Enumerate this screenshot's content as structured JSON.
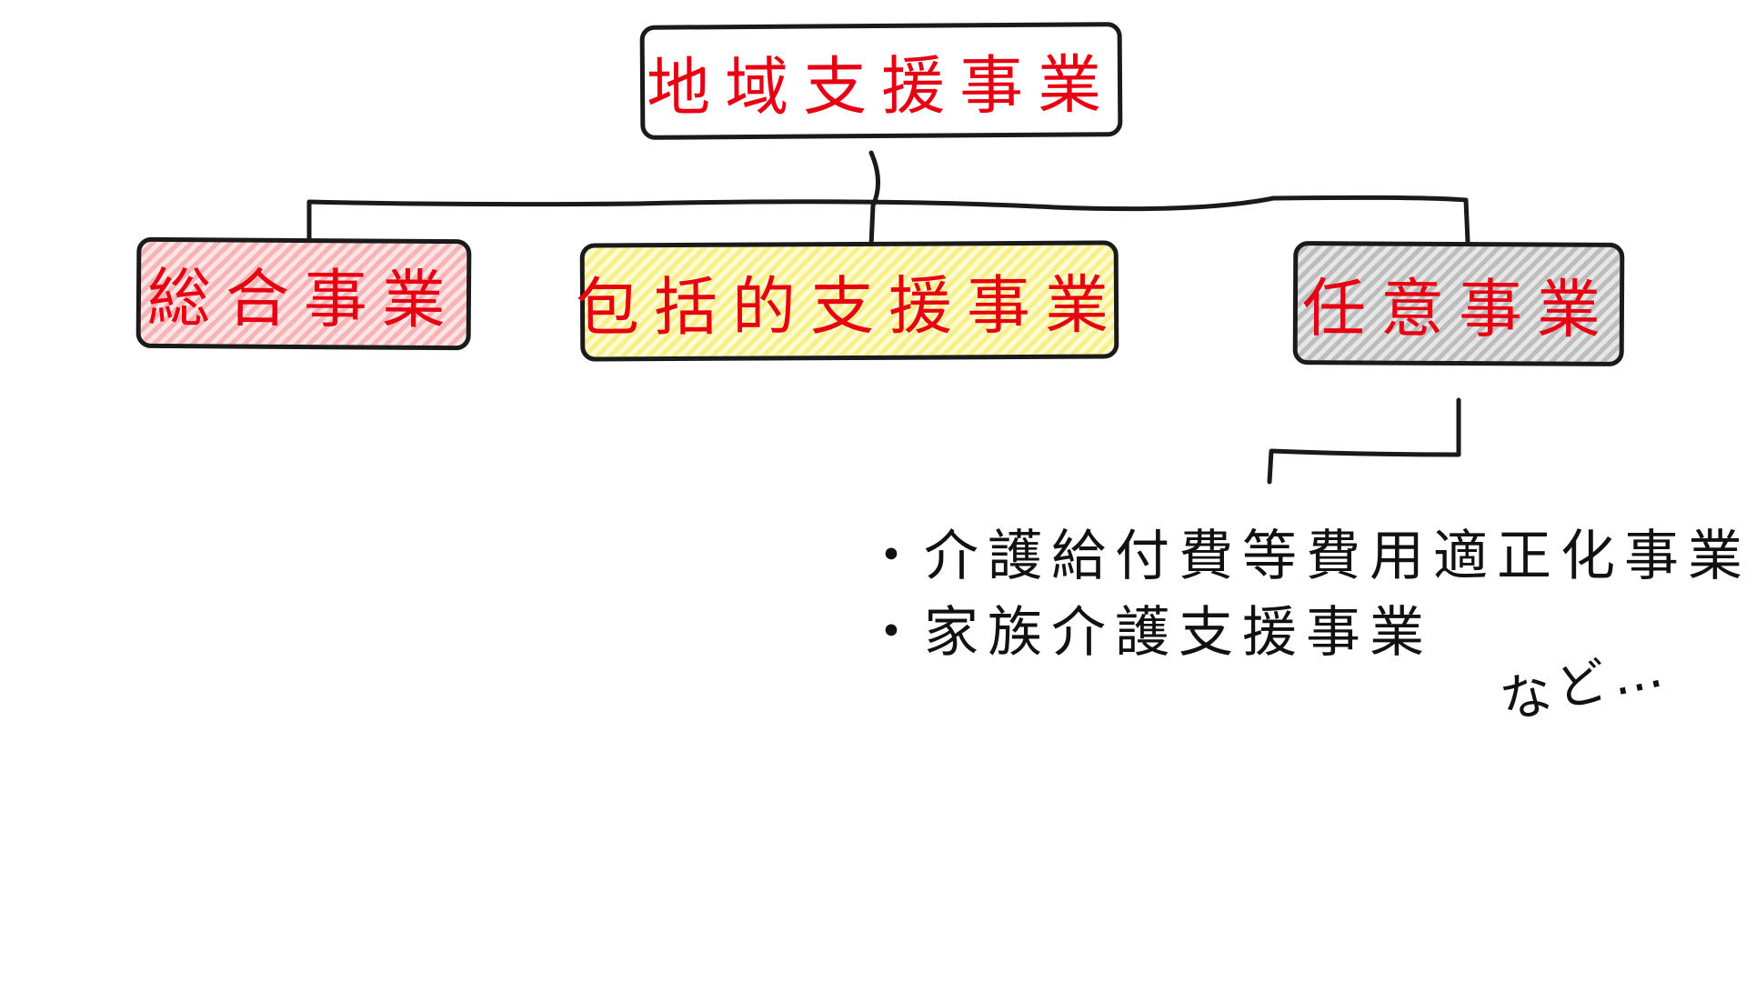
{
  "diagram": {
    "root": {
      "label": "地域支援事業"
    },
    "children": [
      {
        "id": "sougou",
        "label": "総合事業",
        "fill_color": "#f7b3b5"
      },
      {
        "id": "houkatsu",
        "label": "包括的支援事業",
        "fill_color": "#f7f08a"
      },
      {
        "id": "nini",
        "label": "任意事業",
        "fill_color": "#bdbdbd"
      }
    ],
    "text_color": "#e60012",
    "nini_examples": {
      "items": [
        "介護給付費等費用適正化事業",
        "家族介護支援事業"
      ],
      "etc": "など…"
    }
  }
}
